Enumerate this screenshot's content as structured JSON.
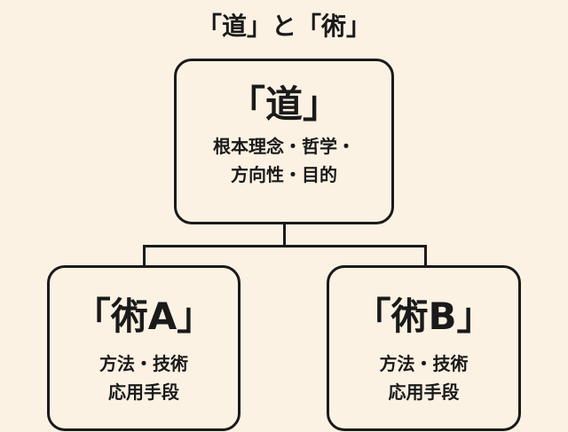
{
  "title": "「道」と「術」",
  "root": {
    "heading": "「道」",
    "lines": [
      "根本理念・哲学・",
      "方向性・目的"
    ]
  },
  "children": [
    {
      "heading": "「術A」",
      "lines": [
        "方法・技術",
        "応用手段"
      ]
    },
    {
      "heading": "「術B」",
      "lines": [
        "方法・技術",
        "応用手段"
      ]
    }
  ]
}
